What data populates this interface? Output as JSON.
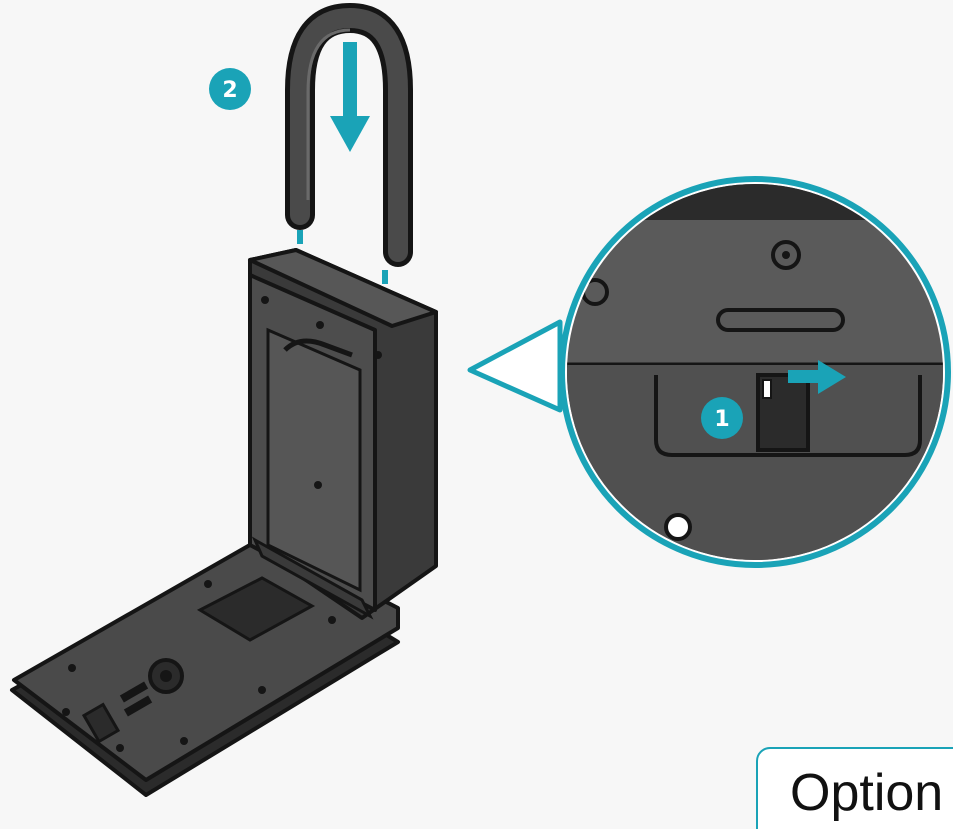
{
  "colors": {
    "accent": "#1aa3b7",
    "device_fill": "#4a4a4a",
    "device_dark": "#2b2b2b",
    "outline": "#151515",
    "background": "#f7f7f7"
  },
  "steps": {
    "step_1": "1",
    "step_2": "2"
  },
  "option_box": {
    "label": "Option"
  }
}
